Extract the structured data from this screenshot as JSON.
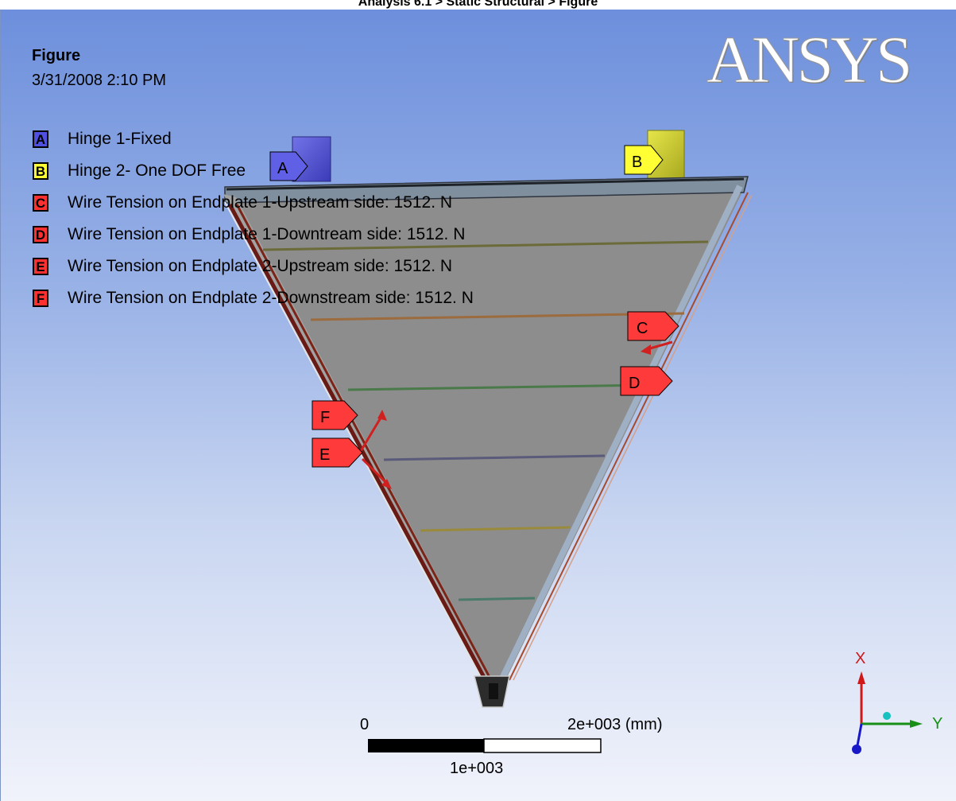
{
  "window": {
    "title": "Analysis 6.1 > Static Structural > Figure"
  },
  "figure": {
    "title": "Figure",
    "date": "3/31/2008 2:10 PM"
  },
  "logo": {
    "text": "ANSYS"
  },
  "legend": [
    {
      "letter": "A",
      "label": "Hinge 1-Fixed",
      "color": "#5050e0"
    },
    {
      "letter": "B",
      "label": "Hinge 2- One DOF Free",
      "color": "#ffff33"
    },
    {
      "letter": "C",
      "label": "Wire Tension on Endplate 1-Upstream side: 1512. N",
      "color": "#ff3030"
    },
    {
      "letter": "D",
      "label": "Wire Tension on Endplate 1-Downtream side: 1512. N",
      "color": "#ff3030"
    },
    {
      "letter": "E",
      "label": "Wire Tension on Endplate 2-Upstream side: 1512. N",
      "color": "#ff3030"
    },
    {
      "letter": "F",
      "label": "Wire Tension on Endplate 2-Downstream side: 1512. N",
      "color": "#ff3030"
    }
  ],
  "tags": [
    "A",
    "B",
    "C",
    "D",
    "E",
    "F"
  ],
  "scale_bar": {
    "left": "0",
    "right": "2e+003 (mm)",
    "middle": "1e+003"
  },
  "triad": {
    "x": "X",
    "y": "Y"
  }
}
